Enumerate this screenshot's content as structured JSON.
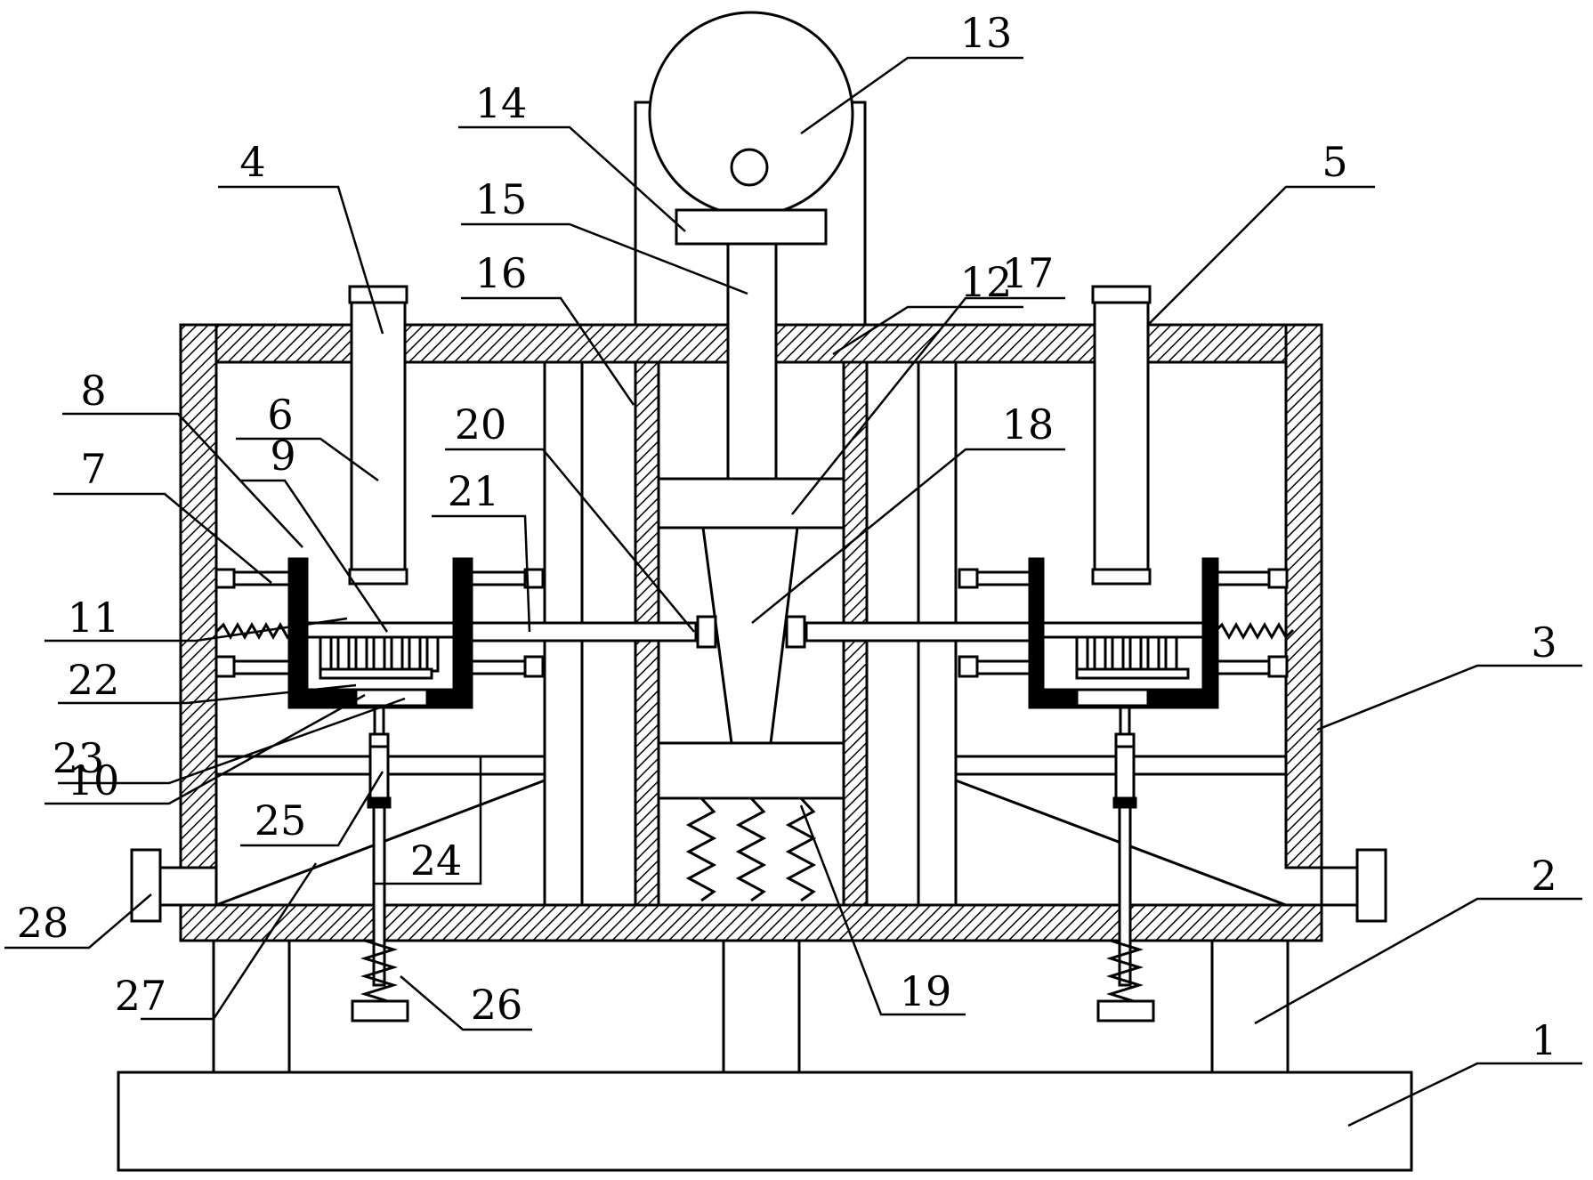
{
  "figure": {
    "labels": [
      "1",
      "2",
      "3",
      "4",
      "5",
      "6",
      "7",
      "8",
      "9",
      "10",
      "11",
      "12",
      "13",
      "14",
      "15",
      "16",
      "17",
      "18",
      "19",
      "20",
      "21",
      "22",
      "23",
      "24",
      "25",
      "26",
      "27",
      "28"
    ]
  },
  "colors": {
    "line": "#000000",
    "background": "#ffffff",
    "hatch": "#000000"
  }
}
